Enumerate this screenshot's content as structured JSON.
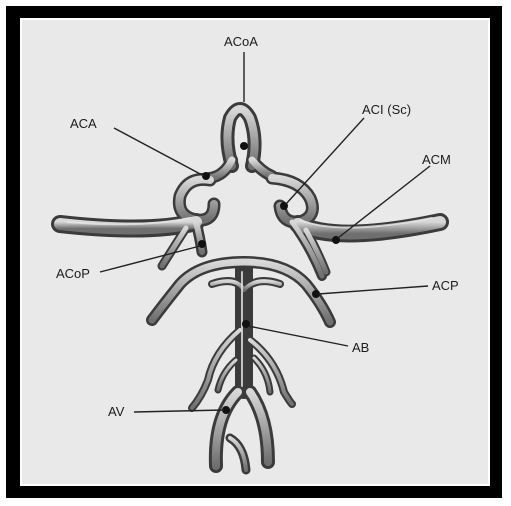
{
  "labels": {
    "acoa": "ACoA",
    "aca": "ACA",
    "aci": "ACI (Sc)",
    "acm": "ACM",
    "acop": "ACoP",
    "acp": "ACP",
    "ab": "AB",
    "av": "AV"
  },
  "colors": {
    "frame": "#000000",
    "panel": "#e9e9e9",
    "vessel_outline": "#3a3a3a",
    "vessel_fill": "#9c9c9c",
    "vessel_highlight": "#d4d4d4",
    "leader": "#222222"
  }
}
